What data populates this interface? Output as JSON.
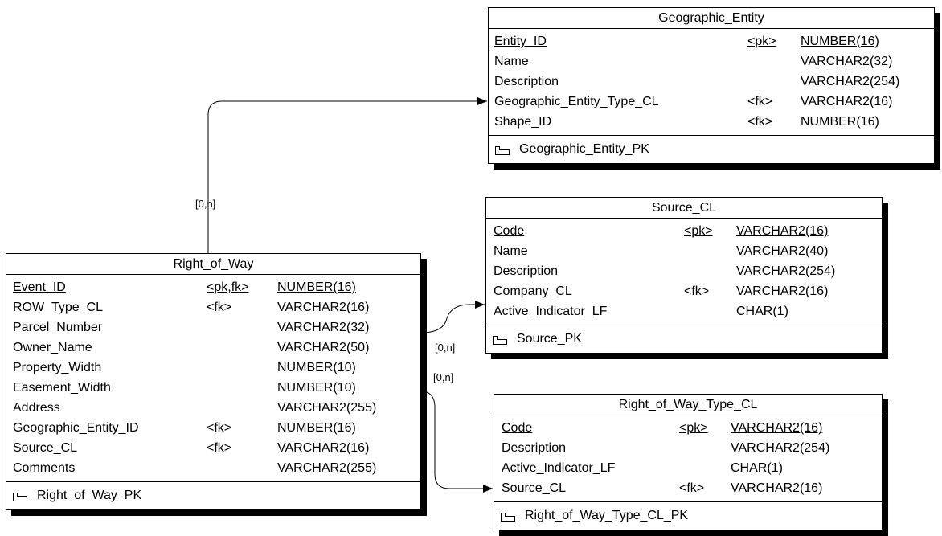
{
  "entities": {
    "geographic_entity": {
      "title": "Geographic_Entity",
      "attributes": [
        {
          "name": "Entity_ID",
          "key": "<pk>",
          "type": "NUMBER(16)",
          "primary": true
        },
        {
          "name": "Name",
          "key": "",
          "type": "VARCHAR2(32)",
          "primary": false
        },
        {
          "name": "Description",
          "key": "",
          "type": "VARCHAR2(254)",
          "primary": false
        },
        {
          "name": "Geographic_Entity_Type_CL",
          "key": "<fk>",
          "type": "VARCHAR2(16)",
          "primary": false
        },
        {
          "name": "Shape_ID",
          "key": "<fk>",
          "type": "NUMBER(16)",
          "primary": false
        }
      ],
      "primary_key": "Geographic_Entity_PK"
    },
    "source_cl": {
      "title": "Source_CL",
      "attributes": [
        {
          "name": "Code",
          "key": "<pk>",
          "type": "VARCHAR2(16)",
          "primary": true
        },
        {
          "name": "Name",
          "key": "",
          "type": "VARCHAR2(40)",
          "primary": false
        },
        {
          "name": "Description",
          "key": "",
          "type": "VARCHAR2(254)",
          "primary": false
        },
        {
          "name": "Company_CL",
          "key": "<fk>",
          "type": "VARCHAR2(16)",
          "primary": false
        },
        {
          "name": "Active_Indicator_LF",
          "key": "",
          "type": "CHAR(1)",
          "primary": false
        }
      ],
      "primary_key": "Source_PK"
    },
    "right_of_way": {
      "title": "Right_of_Way",
      "attributes": [
        {
          "name": "Event_ID",
          "key": "<pk,fk>",
          "type": "NUMBER(16)",
          "primary": true
        },
        {
          "name": "ROW_Type_CL",
          "key": "<fk>",
          "type": "VARCHAR2(16)",
          "primary": false
        },
        {
          "name": "Parcel_Number",
          "key": "",
          "type": "VARCHAR2(32)",
          "primary": false
        },
        {
          "name": "Owner_Name",
          "key": "",
          "type": "VARCHAR2(50)",
          "primary": false
        },
        {
          "name": "Property_Width",
          "key": "",
          "type": "NUMBER(10)",
          "primary": false
        },
        {
          "name": "Easement_Width",
          "key": "",
          "type": "NUMBER(10)",
          "primary": false
        },
        {
          "name": "Address",
          "key": "",
          "type": "VARCHAR2(255)",
          "primary": false
        },
        {
          "name": "Geographic_Entity_ID",
          "key": "<fk>",
          "type": "NUMBER(16)",
          "primary": false
        },
        {
          "name": "Source_CL",
          "key": "<fk>",
          "type": "VARCHAR2(16)",
          "primary": false
        },
        {
          "name": "Comments",
          "key": "",
          "type": "VARCHAR2(255)",
          "primary": false
        }
      ],
      "primary_key": "Right_of_Way_PK"
    },
    "right_of_way_type_cl": {
      "title": "Right_of_Way_Type_CL",
      "attributes": [
        {
          "name": "Code",
          "key": "<pk>",
          "type": "VARCHAR2(16)",
          "primary": true
        },
        {
          "name": "Description",
          "key": "",
          "type": "VARCHAR2(254)",
          "primary": false
        },
        {
          "name": "Active_Indicator_LF",
          "key": "",
          "type": "CHAR(1)",
          "primary": false
        },
        {
          "name": "Source_CL",
          "key": "<fk>",
          "type": "VARCHAR2(16)",
          "primary": false
        }
      ],
      "primary_key": "Right_of_Way_Type_CL_PK"
    }
  },
  "relationships": [
    {
      "from": "right_of_way",
      "to": "geographic_entity",
      "cardinality": "[0,n]"
    },
    {
      "from": "right_of_way",
      "to": "source_cl",
      "cardinality": "[0,n]"
    },
    {
      "from": "right_of_way",
      "to": "right_of_way_type_cl",
      "cardinality": "[0,n]"
    }
  ]
}
